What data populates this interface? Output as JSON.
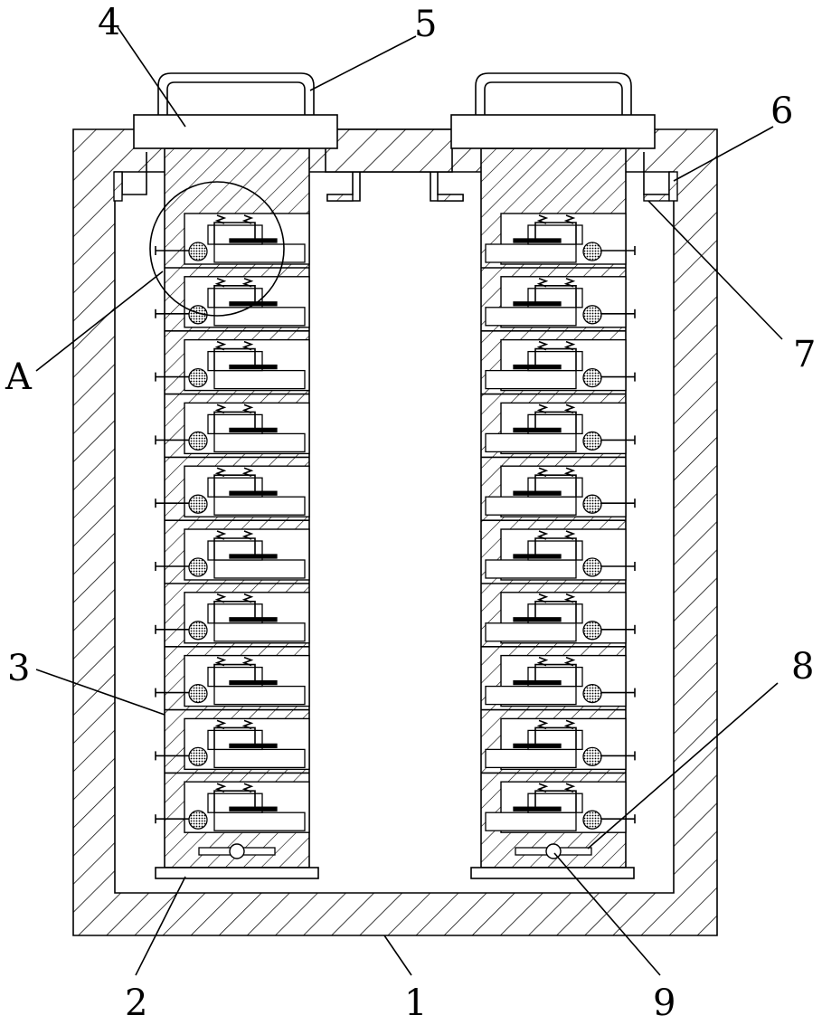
{
  "figure": {
    "labels": {
      "l1": "1",
      "l2": "2",
      "l3": "3",
      "l4": "4",
      "l5": "5",
      "l6": "6",
      "l7": "7",
      "l8": "8",
      "l9": "9",
      "lA": "A"
    },
    "trays_per_column": 10,
    "columns": 2
  }
}
